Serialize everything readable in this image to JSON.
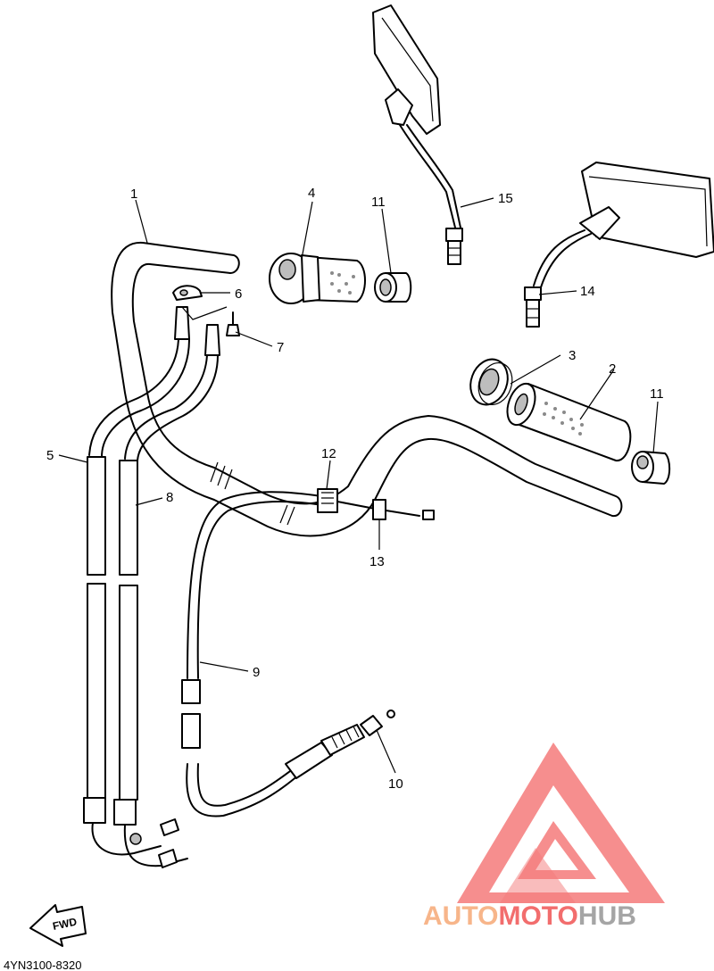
{
  "diagram": {
    "code": "4YN3100-8320",
    "fwd_label": "FWD",
    "callouts": [
      "1",
      "2",
      "3",
      "4",
      "5",
      "6",
      "7",
      "8",
      "9",
      "10",
      "11",
      "11",
      "12",
      "13",
      "14",
      "15"
    ]
  },
  "watermark": {
    "part1": "AUTO",
    "part2": "MOTO",
    "part3": "HUB",
    "color_orange": "#f7b58a",
    "color_red": "#f26d6d",
    "color_grey": "#a5a5a5"
  }
}
